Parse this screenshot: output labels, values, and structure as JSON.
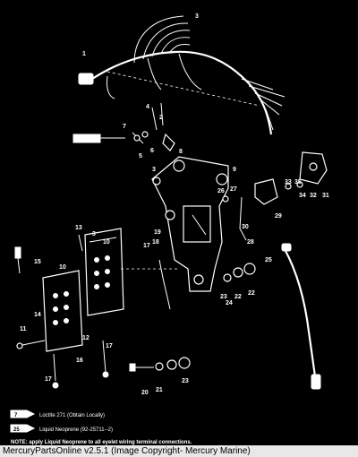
{
  "callouts": [
    {
      "id": "c1",
      "text": "1"
    },
    {
      "id": "c2",
      "text": "2"
    },
    {
      "id": "c3a",
      "text": "3"
    },
    {
      "id": "c3b",
      "text": "3"
    },
    {
      "id": "c3c",
      "text": "3"
    },
    {
      "id": "c4",
      "text": "4"
    },
    {
      "id": "c5",
      "text": "5"
    },
    {
      "id": "c6",
      "text": "6"
    },
    {
      "id": "c7",
      "text": "7"
    },
    {
      "id": "c8",
      "text": "8"
    },
    {
      "id": "c9",
      "text": "9"
    },
    {
      "id": "c10a",
      "text": "10"
    },
    {
      "id": "c10b",
      "text": "10"
    },
    {
      "id": "c11",
      "text": "11"
    },
    {
      "id": "c12",
      "text": "12"
    },
    {
      "id": "c13",
      "text": "13"
    },
    {
      "id": "c14",
      "text": "14"
    },
    {
      "id": "c15",
      "text": "15"
    },
    {
      "id": "c16",
      "text": "16"
    },
    {
      "id": "c17a",
      "text": "17"
    },
    {
      "id": "c17b",
      "text": "17"
    },
    {
      "id": "c17c",
      "text": "17"
    },
    {
      "id": "c18",
      "text": "18"
    },
    {
      "id": "c19",
      "text": "19"
    },
    {
      "id": "c20",
      "text": "20"
    },
    {
      "id": "c21",
      "text": "21"
    },
    {
      "id": "c22a",
      "text": "22"
    },
    {
      "id": "c22b",
      "text": "22"
    },
    {
      "id": "c23a",
      "text": "23"
    },
    {
      "id": "c23b",
      "text": "23"
    },
    {
      "id": "c24",
      "text": "24"
    },
    {
      "id": "c25",
      "text": "25"
    },
    {
      "id": "c26",
      "text": "26"
    },
    {
      "id": "c27",
      "text": "27"
    },
    {
      "id": "c28",
      "text": "28"
    },
    {
      "id": "c29",
      "text": "29"
    },
    {
      "id": "c30",
      "text": "30"
    },
    {
      "id": "c31",
      "text": "31"
    },
    {
      "id": "c32",
      "text": "32"
    },
    {
      "id": "c33",
      "text": "33"
    },
    {
      "id": "c34",
      "text": "34"
    },
    {
      "id": "c35",
      "text": "35"
    }
  ],
  "legend": [
    {
      "symbol": "7",
      "text": "Loctite 271 (Obtain Locally)"
    },
    {
      "symbol": "25",
      "text": "Liquid Neoprene (92-25711--2)"
    }
  ],
  "note": "NOTE: apply Liquid Neoprene to all eyelet wiring terminal connections.",
  "footer": "MercuryPartsOnline v2.5.1 (Image Copyright- Mercury Marine)"
}
